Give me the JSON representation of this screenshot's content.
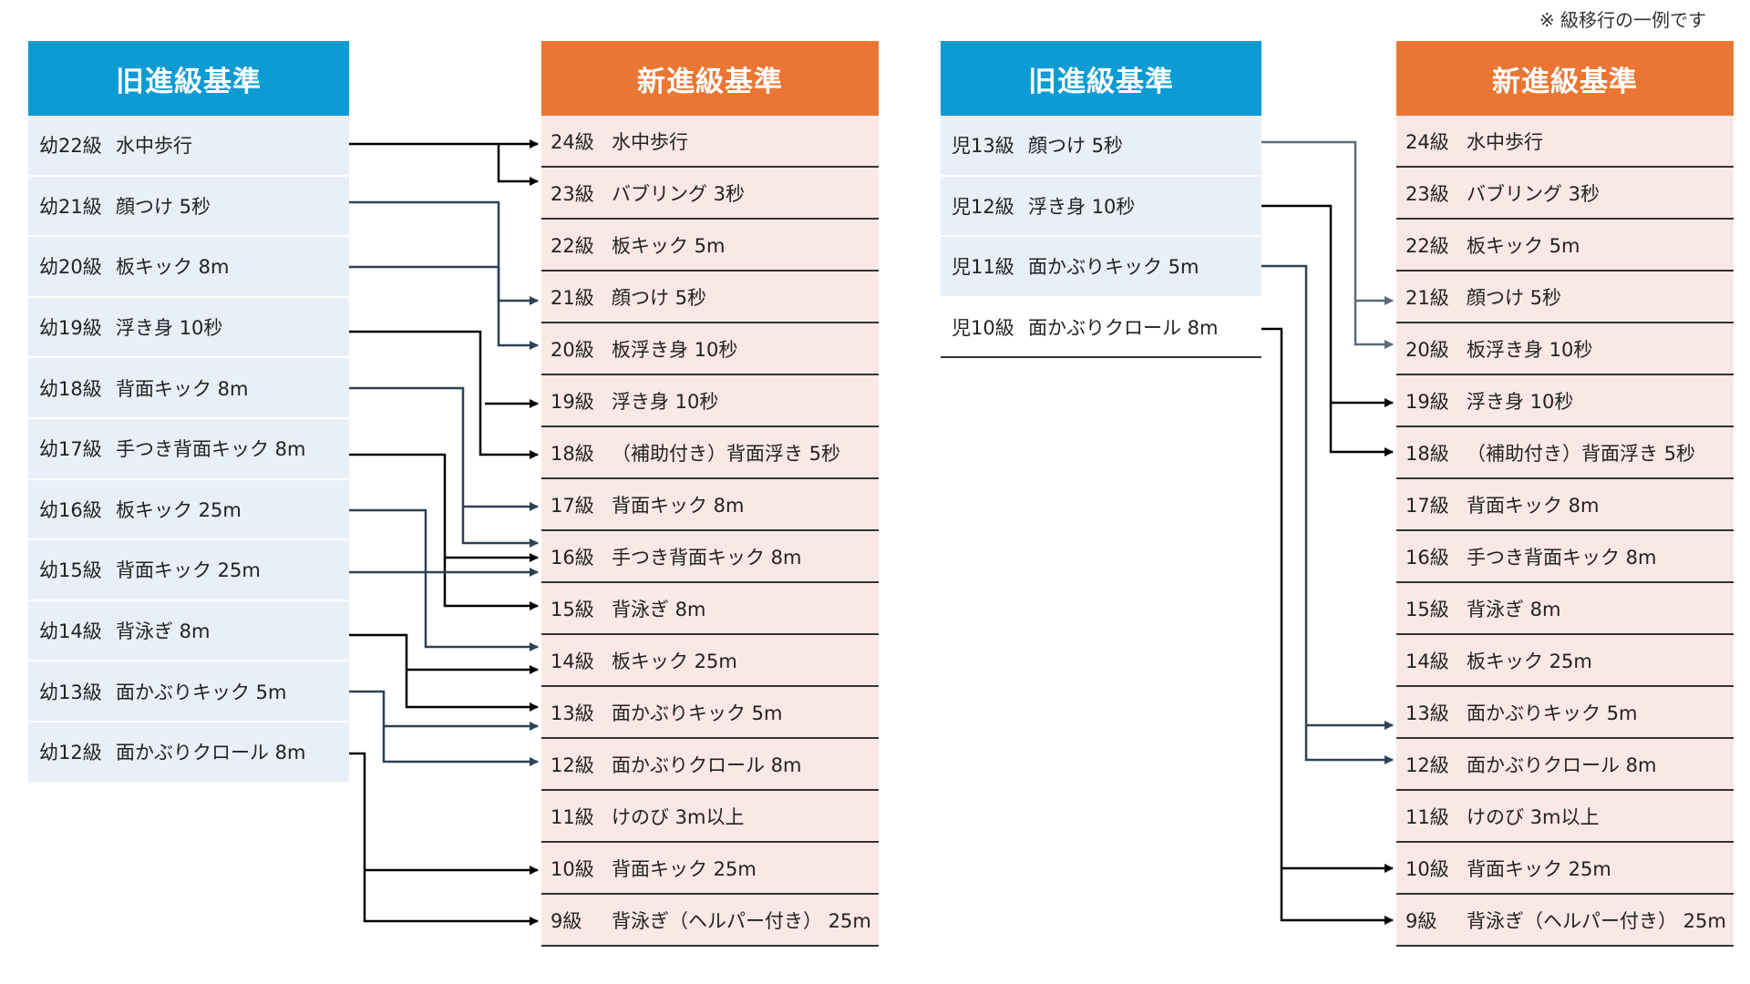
{
  "note": "※ 級移行の一例です",
  "panels": [
    {
      "old_header": "旧進級基準",
      "new_header": "新進級基準",
      "old_rows": [
        {
          "level": "幼22級",
          "text": "水中歩行"
        },
        {
          "level": "幼21級",
          "text": "顔つけ 5秒"
        },
        {
          "level": "幼20級",
          "text": "板キック 8m"
        },
        {
          "level": "幼19級",
          "text": "浮き身 10秒"
        },
        {
          "level": "幼18級",
          "text": "背面キック 8m"
        },
        {
          "level": "幼17級",
          "text": "手つき背面キック 8m"
        },
        {
          "level": "幼16級",
          "text": "板キック 25m"
        },
        {
          "level": "幼15級",
          "text": "背面キック 25m"
        },
        {
          "level": "幼14級",
          "text": "背泳ぎ 8m"
        },
        {
          "level": "幼13級",
          "text": "面かぶりキック 5m"
        },
        {
          "level": "幼12級",
          "text": "面かぶりクロール 8m"
        }
      ],
      "new_rows": [
        {
          "level": "24級",
          "text": "水中歩行"
        },
        {
          "level": "23級",
          "text": "バブリング 3秒"
        },
        {
          "level": "22級",
          "text": "板キック 5m"
        },
        {
          "level": "21級",
          "text": "顔つけ 5秒"
        },
        {
          "level": "20級",
          "text": "板浮き身 10秒"
        },
        {
          "level": "19級",
          "text": "浮き身 10秒"
        },
        {
          "level": "18級",
          "text": "（補助付き）背面浮き 5秒"
        },
        {
          "level": "17級",
          "text": "背面キック 8m"
        },
        {
          "level": "16級",
          "text": "手つき背面キック 8m"
        },
        {
          "level": "15級",
          "text": "背泳ぎ 8m"
        },
        {
          "level": "14級",
          "text": "板キック 25m"
        },
        {
          "level": "13級",
          "text": "面かぶりキック 5m"
        },
        {
          "level": "12級",
          "text": "面かぶりクロール 8m"
        },
        {
          "level": "11級",
          "text": "けのび 3m以上"
        },
        {
          "level": "10級",
          "text": "背面キック 25m"
        },
        {
          "level": "9級",
          "text": "背泳ぎ（ヘルパー付き） 25m"
        }
      ]
    },
    {
      "old_header": "旧進級基準",
      "new_header": "新進級基準",
      "old_rows": [
        {
          "level": "児13級",
          "text": "顔つけ 5秒"
        },
        {
          "level": "児12級",
          "text": "浮き身 10秒"
        },
        {
          "level": "児11級",
          "text": "面かぶりキック 5m"
        },
        {
          "level": "児10級",
          "text": "面かぶりクロール 8m"
        }
      ],
      "new_rows": [
        {
          "level": "24級",
          "text": "水中歩行"
        },
        {
          "level": "23級",
          "text": "バブリング 3秒"
        },
        {
          "level": "22級",
          "text": "板キック 5m"
        },
        {
          "level": "21級",
          "text": "顔つけ 5秒"
        },
        {
          "level": "20級",
          "text": "板浮き身 10秒"
        },
        {
          "level": "19級",
          "text": "浮き身 10秒"
        },
        {
          "level": "18級",
          "text": "（補助付き）背面浮き 5秒"
        },
        {
          "level": "17級",
          "text": "背面キック 8m"
        },
        {
          "level": "16級",
          "text": "手つき背面キック 8m"
        },
        {
          "level": "15級",
          "text": "背泳ぎ 8m"
        },
        {
          "level": "14級",
          "text": "板キック 25m"
        },
        {
          "level": "13級",
          "text": "面かぶりキック 5m"
        },
        {
          "level": "12級",
          "text": "面かぶりクロール 8m"
        },
        {
          "level": "11級",
          "text": "けのび 3m以上"
        },
        {
          "level": "10級",
          "text": "背面キック 25m"
        },
        {
          "level": "9級",
          "text": "背泳ぎ（ヘルパー付き） 25m"
        }
      ]
    }
  ],
  "colors": {
    "old_header_bg": "#0c9bd3",
    "new_header_bg": "#ea7633",
    "old_row_bg": "#e8eff7",
    "new_row_bg": "#f9e8e5",
    "connector_black": "#000000",
    "connector_navy": "#2d4256"
  }
}
